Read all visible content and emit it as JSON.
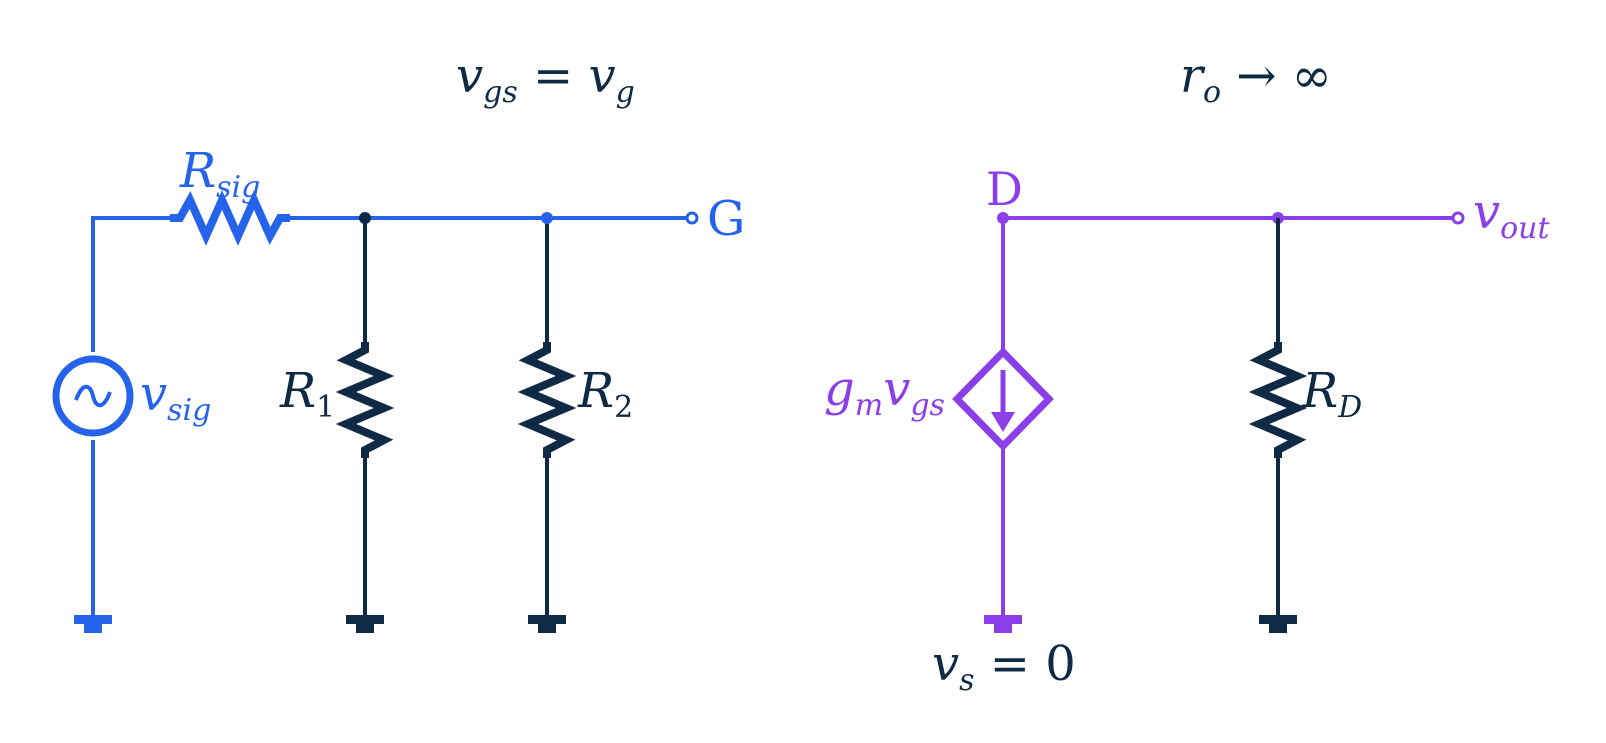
{
  "colors": {
    "input": "#2563eb",
    "bias": "#0f2a44",
    "output": "#8b3fe8"
  },
  "equations": {
    "left_main": "v",
    "left_main_sub": "gs",
    "left_eq": " = ",
    "left_rhs": "v",
    "left_rhs_sub": "g",
    "right_main": "r",
    "right_main_sub": "o",
    "right_arrow": " → ∞"
  },
  "labels": {
    "rsig": {
      "main": "R",
      "sub": "sig"
    },
    "r1": {
      "main": "R",
      "sub": "1"
    },
    "r2": {
      "main": "R",
      "sub": "2"
    },
    "rd": {
      "main": "R",
      "sub": "D"
    },
    "vsig": {
      "main": "v",
      "sub": "sig"
    },
    "gate": "G",
    "drain": "D",
    "vout": {
      "main": "v",
      "sub": "out"
    },
    "gm": {
      "main": "g",
      "sub": "m",
      "main2": "v",
      "sub2": "gs"
    },
    "vs": {
      "main": "v",
      "sub": "s",
      "rest": " = 0"
    }
  },
  "icons": {
    "source": "ac-voltage-source-icon",
    "dependent": "dependent-current-source-icon",
    "ground": "ground-icon",
    "resistor": "resistor-icon",
    "terminal": "open-terminal-icon"
  }
}
